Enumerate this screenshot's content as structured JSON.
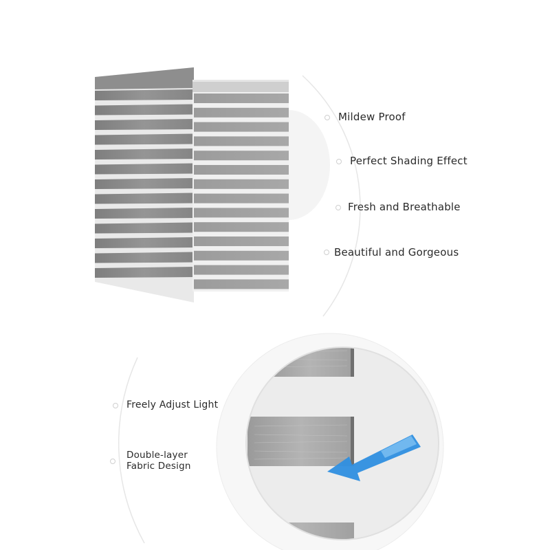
{
  "features_top": [
    {
      "label": "Mildew Proof"
    },
    {
      "label": "Perfect Shading Effect"
    },
    {
      "label": "Fresh and Breathable"
    },
    {
      "label": "Beautiful and Gorgeous"
    }
  ],
  "features_bottom": [
    {
      "label": "Freely Adjust Light"
    },
    {
      "label": "Double-layer\nFabric Design"
    }
  ],
  "colors": {
    "fabric_dark": "#8a8a8a",
    "fabric_light": "#c9c9c9",
    "sheer": "#eeeeee",
    "arrow": "#2f8fe0",
    "arc": "#e2e2e2"
  }
}
